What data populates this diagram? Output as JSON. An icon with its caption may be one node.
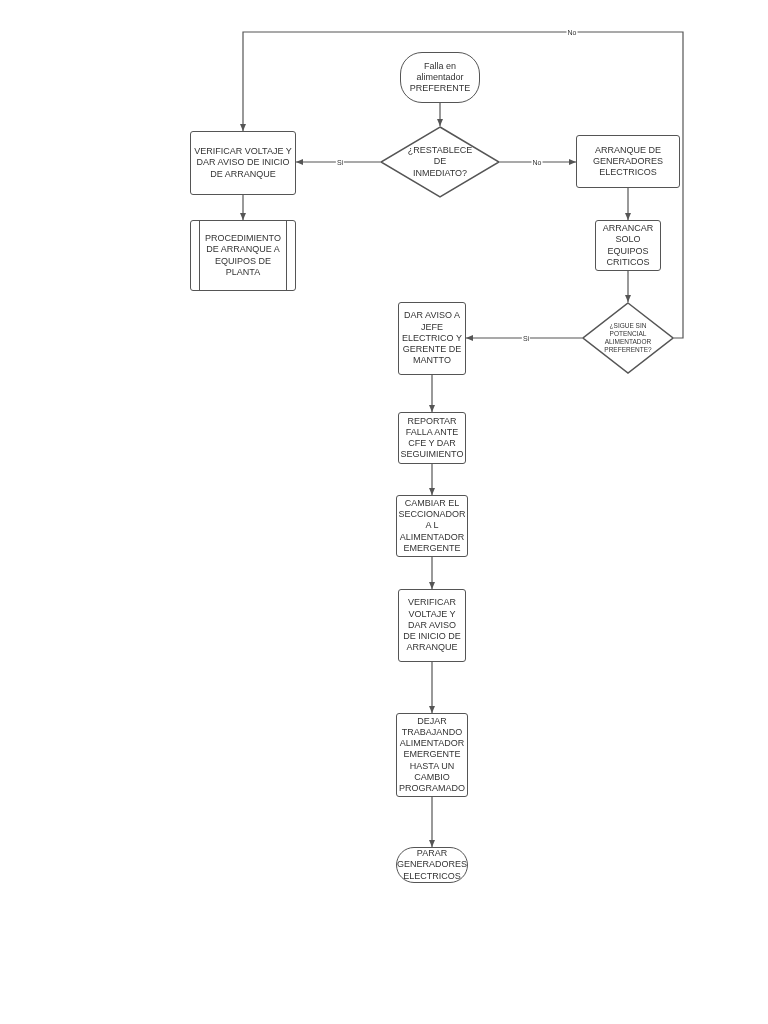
{
  "diagram": {
    "nodes": [
      {
        "text": [
          "Falla en alimentador PREFERENTE"
        ]
      },
      {
        "text": [
          "¿RESTABLECE DE INMEDIATO?"
        ]
      },
      {
        "text": [
          "VERIFICAR VOLTAJE Y DAR AVISO DE INICIO DE ARRANQUE"
        ]
      },
      {
        "text": [
          "PROCEDIMIENTO DE ARRANQUE A EQUIPOS DE PLANTA"
        ]
      },
      {
        "text": [
          "ARRANQUE DE GENERADORES ELECTRICOS"
        ]
      },
      {
        "text": [
          "ARRANCAR SOLO EQUIPOS CRITICOS"
        ]
      },
      {
        "text": [
          "¿SIGUE SIN POTENCIAL ALIMENTADOR PREFERENTE?"
        ]
      },
      {
        "text": [
          "DAR AVISO A JEFE ELECTRICO Y GERENTE DE MANTTO"
        ]
      },
      {
        "text": [
          "REPORTAR FALLA ANTE CFE Y DAR SEGUIMIENTO"
        ]
      },
      {
        "text": [
          "CAMBIAR EL SECCIONADOR A L ALIMENTADOR EMERGENTE"
        ]
      },
      {
        "text": [
          "VERIFICAR VOLTAJE Y DAR AVISO DE INICIO DE ARRANQUE"
        ]
      },
      {
        "text": [
          "DEJAR TRABAJANDO ALIMENTADOR EMERGENTE HASTA UN CAMBIO PROGRAMADO"
        ]
      },
      {
        "text": [
          "PARAR GENERADORES ELECTRICOS"
        ]
      }
    ],
    "edges": [
      {
        "from": 0,
        "to": 1,
        "arrow": "to"
      },
      {
        "from": 1,
        "to": 2,
        "arrow": "to",
        "label": "Si"
      },
      {
        "from": 1,
        "to": 4,
        "arrow": "to",
        "label": "No"
      },
      {
        "from": 2,
        "to": 3,
        "arrow": "to"
      },
      {
        "from": 4,
        "to": 5,
        "arrow": "to"
      },
      {
        "from": 5,
        "to": 6,
        "arrow": "to"
      },
      {
        "from": 6,
        "to": 7,
        "arrow": "to",
        "label": "Si"
      },
      {
        "from": 6,
        "to": 2,
        "arrow": "to",
        "label": "No"
      },
      {
        "from": 7,
        "to": 8,
        "arrow": "to"
      },
      {
        "from": 8,
        "to": 9,
        "arrow": "to"
      },
      {
        "from": 9,
        "to": 10,
        "arrow": "to"
      },
      {
        "from": 10,
        "to": 11,
        "arrow": "to"
      },
      {
        "from": 11,
        "to": 12,
        "arrow": "to"
      }
    ]
  }
}
